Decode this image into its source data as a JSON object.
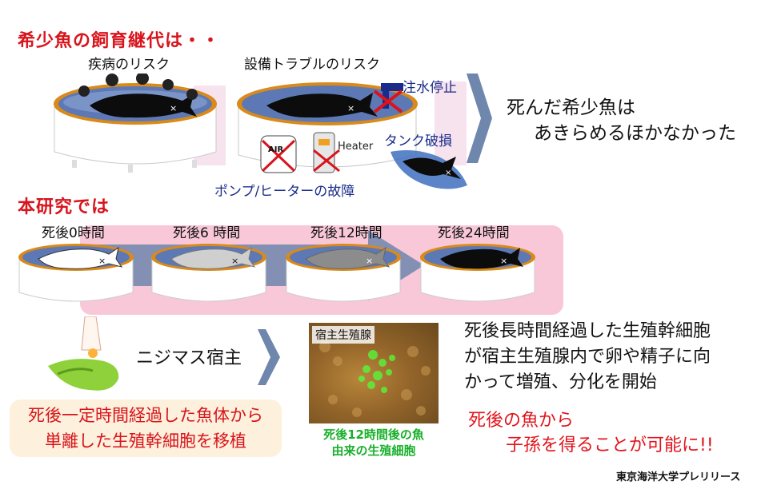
{
  "section1": {
    "title": "希少魚の飼育継代は・・",
    "risk_disease": "疾病のリスク",
    "risk_equipment": "設備トラブルのリスク",
    "water_stop": "注水停止",
    "tank_damage": "タンク破損",
    "pump_heater": "ポンプ/ヒーターの故障",
    "air_label": "AIR",
    "heater_label": "Heater",
    "conclusion_line1": "死んだ希少魚は",
    "conclusion_line2": "あきらめるほかなかった"
  },
  "section2": {
    "title": "本研究では",
    "timeline": [
      "死後0時間",
      "死後6 時間",
      "死後12時間",
      "死後24時間"
    ],
    "host_label": "ニジマス宿主",
    "host_gonad_label": "宿主生殖腺",
    "transplant_note_line1": "死後一定時間経過した魚体から",
    "transplant_note_line2": "単離した生殖幹細胞を移植",
    "green_caption_line1": "死後12時間後の魚",
    "green_caption_line2": "由来の生殖細胞",
    "result_line1": "死後長時間経過した生殖幹細胞",
    "result_line2": "が宿主生殖腺内で卵や精子に向",
    "result_line3": "かって増殖、分化を開始",
    "outcome_line1": "死後の魚から",
    "outcome_line2": "子孫を得ることが可能に!!"
  },
  "credit": "東京海洋大学プレリリース",
  "colors": {
    "title_red": "#d8141c",
    "blue_text": "#1a2b8c",
    "pink_band": "#f9c8d8",
    "arrow_blue": "#6f86ad",
    "green_text": "#19b02b",
    "note_bg": "#fdf0dc"
  }
}
